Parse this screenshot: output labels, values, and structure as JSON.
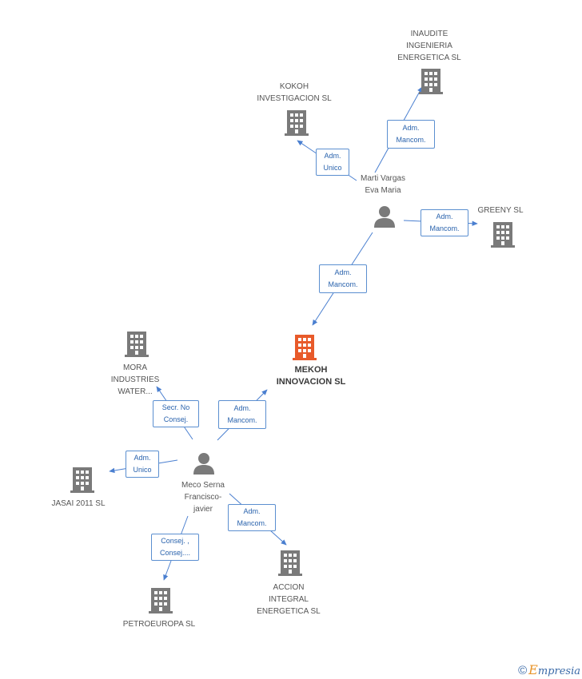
{
  "colors": {
    "building": "#7a7a7a",
    "building_main": "#e85a2a",
    "person": "#7a7a7a",
    "edge": "#4a7fd0"
  },
  "companies": {
    "inaudite": [
      "INAUDITE",
      "INGENIERIA",
      "ENERGETICA SL"
    ],
    "kokoh": [
      "KOKOH",
      "INVESTIGACION SL"
    ],
    "greeny": [
      "GREENY SL"
    ],
    "mekoh": [
      "MEKOH",
      "INNOVACION SL"
    ],
    "mora": [
      "MORA",
      "INDUSTRIES",
      "WATER..."
    ],
    "jasai": [
      "JASAI 2011 SL"
    ],
    "accion": [
      "ACCION",
      "INTEGRAL",
      "ENERGETICA SL"
    ],
    "petroeuropa": [
      "PETROEUROPA SL"
    ]
  },
  "people": {
    "marti": [
      "Marti Vargas",
      "Eva Maria"
    ],
    "meco": [
      "Meco Serna",
      "Francisco-",
      "javier"
    ]
  },
  "roles": {
    "marti_inaudite": [
      "Adm.",
      "Mancom."
    ],
    "marti_kokoh": [
      "Adm.",
      "Unico"
    ],
    "marti_greeny": [
      "Adm.",
      "Mancom."
    ],
    "marti_mekoh": [
      "Adm.",
      "Mancom."
    ],
    "meco_mora": [
      "Secr.  No",
      "Consej."
    ],
    "meco_mekoh": [
      "Adm.",
      "Mancom."
    ],
    "meco_jasai": [
      "Adm.",
      "Unico"
    ],
    "meco_accion": [
      "Adm.",
      "Mancom."
    ],
    "meco_petroeuropa": [
      "Consej. ,",
      "Consej...."
    ]
  },
  "footer": {
    "copyright": "©",
    "brand_first": "E",
    "brand_rest": "mpresia"
  }
}
